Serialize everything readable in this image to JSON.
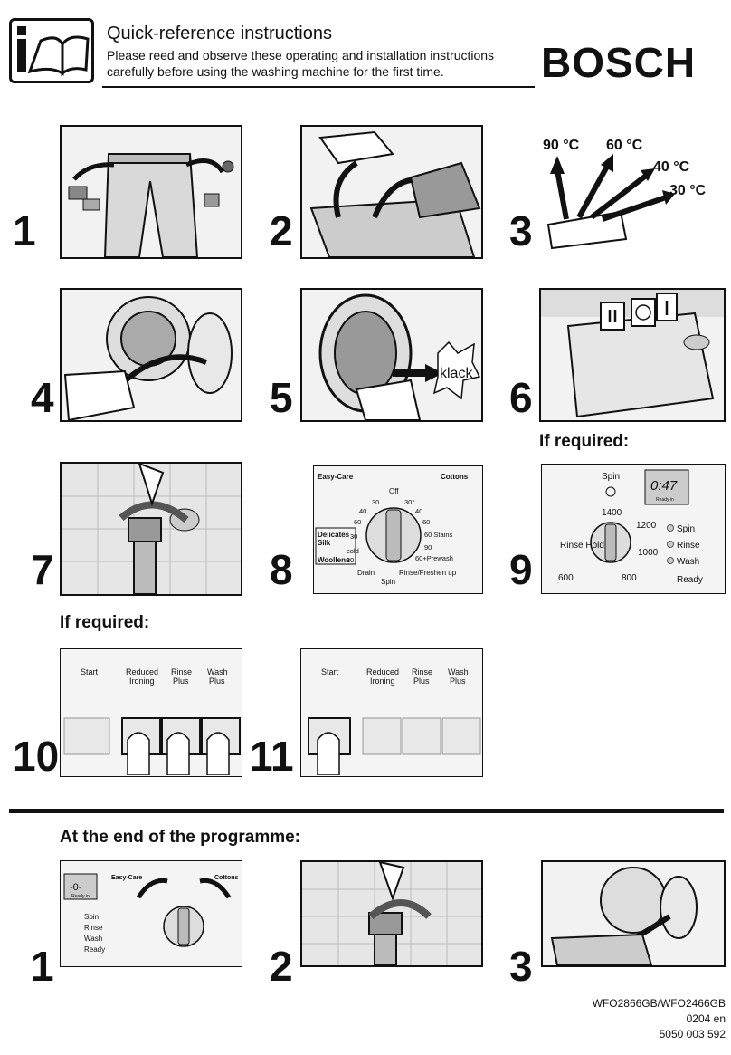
{
  "header": {
    "title": "Quick-reference instructions",
    "subtitle": "Please reed and observe these operating and installation instructions carefully before using the washing machine for the first time.",
    "brand": "BOSCH"
  },
  "steps": {
    "s1": "1",
    "s2": "2",
    "s3": "3",
    "s4": "4",
    "s5": "5",
    "s6": "6",
    "s7": "7",
    "s8": "8",
    "s9": "9",
    "s10": "10",
    "s11": "11"
  },
  "step3_temps": {
    "t90": "90 °C",
    "t60": "60 °C",
    "t40": "40 °C",
    "t30": "30 °C"
  },
  "step5_sound": "klack",
  "if_required_1": "If required:",
  "if_required_2": "If required:",
  "dial": {
    "easy_care": "Easy-Care",
    "cottons": "Cottons",
    "off": "Off",
    "delicates": "Delicates",
    "silk": "Silk",
    "woollens": "Woollens",
    "cold": "cold",
    "drain": "Drain",
    "spin": "Spin",
    "rinse_freshen": "Rinse/Freshen up",
    "stains": "60 Stains",
    "prewash": "60+Prewash",
    "t30a": "30",
    "t40a": "40",
    "t60a": "60",
    "t30b": "30°",
    "t40b": "40",
    "t60b": "60",
    "t90": "90",
    "t30c": "30",
    "t40c": "40",
    "t60c": "60",
    "t30d": "30"
  },
  "spin_panel": {
    "spin": "Spin",
    "display": "0:47",
    "ready_in": "Ready in",
    "rinse_hold": "Rinse\nHold",
    "r600": "600",
    "r800": "800",
    "r1000": "1000",
    "r1200": "1200",
    "r1400": "1400",
    "lamp_spin": "Spin",
    "lamp_rinse": "Rinse",
    "lamp_wash": "Wash",
    "lamp_ready": "Ready"
  },
  "buttons": {
    "start": "Start",
    "reduced": "Reduced",
    "ironing": "Ironing",
    "rinse": "Rinse",
    "rinse_plus": "Plus",
    "wash": "Wash",
    "wash_plus": "Plus"
  },
  "end_section": "At the end of the programme:",
  "end_steps": {
    "e1": "1",
    "e2": "2",
    "e3": "3"
  },
  "end_panel": {
    "display": "-0-",
    "ready_in": "Ready in",
    "spin": "Spin",
    "rinse": "Rinse",
    "wash": "Wash",
    "ready": "Ready"
  },
  "footer": {
    "model": "WFO2866GB/WFO2466GB",
    "edition": "0204 en",
    "part": "5050 003 592"
  }
}
